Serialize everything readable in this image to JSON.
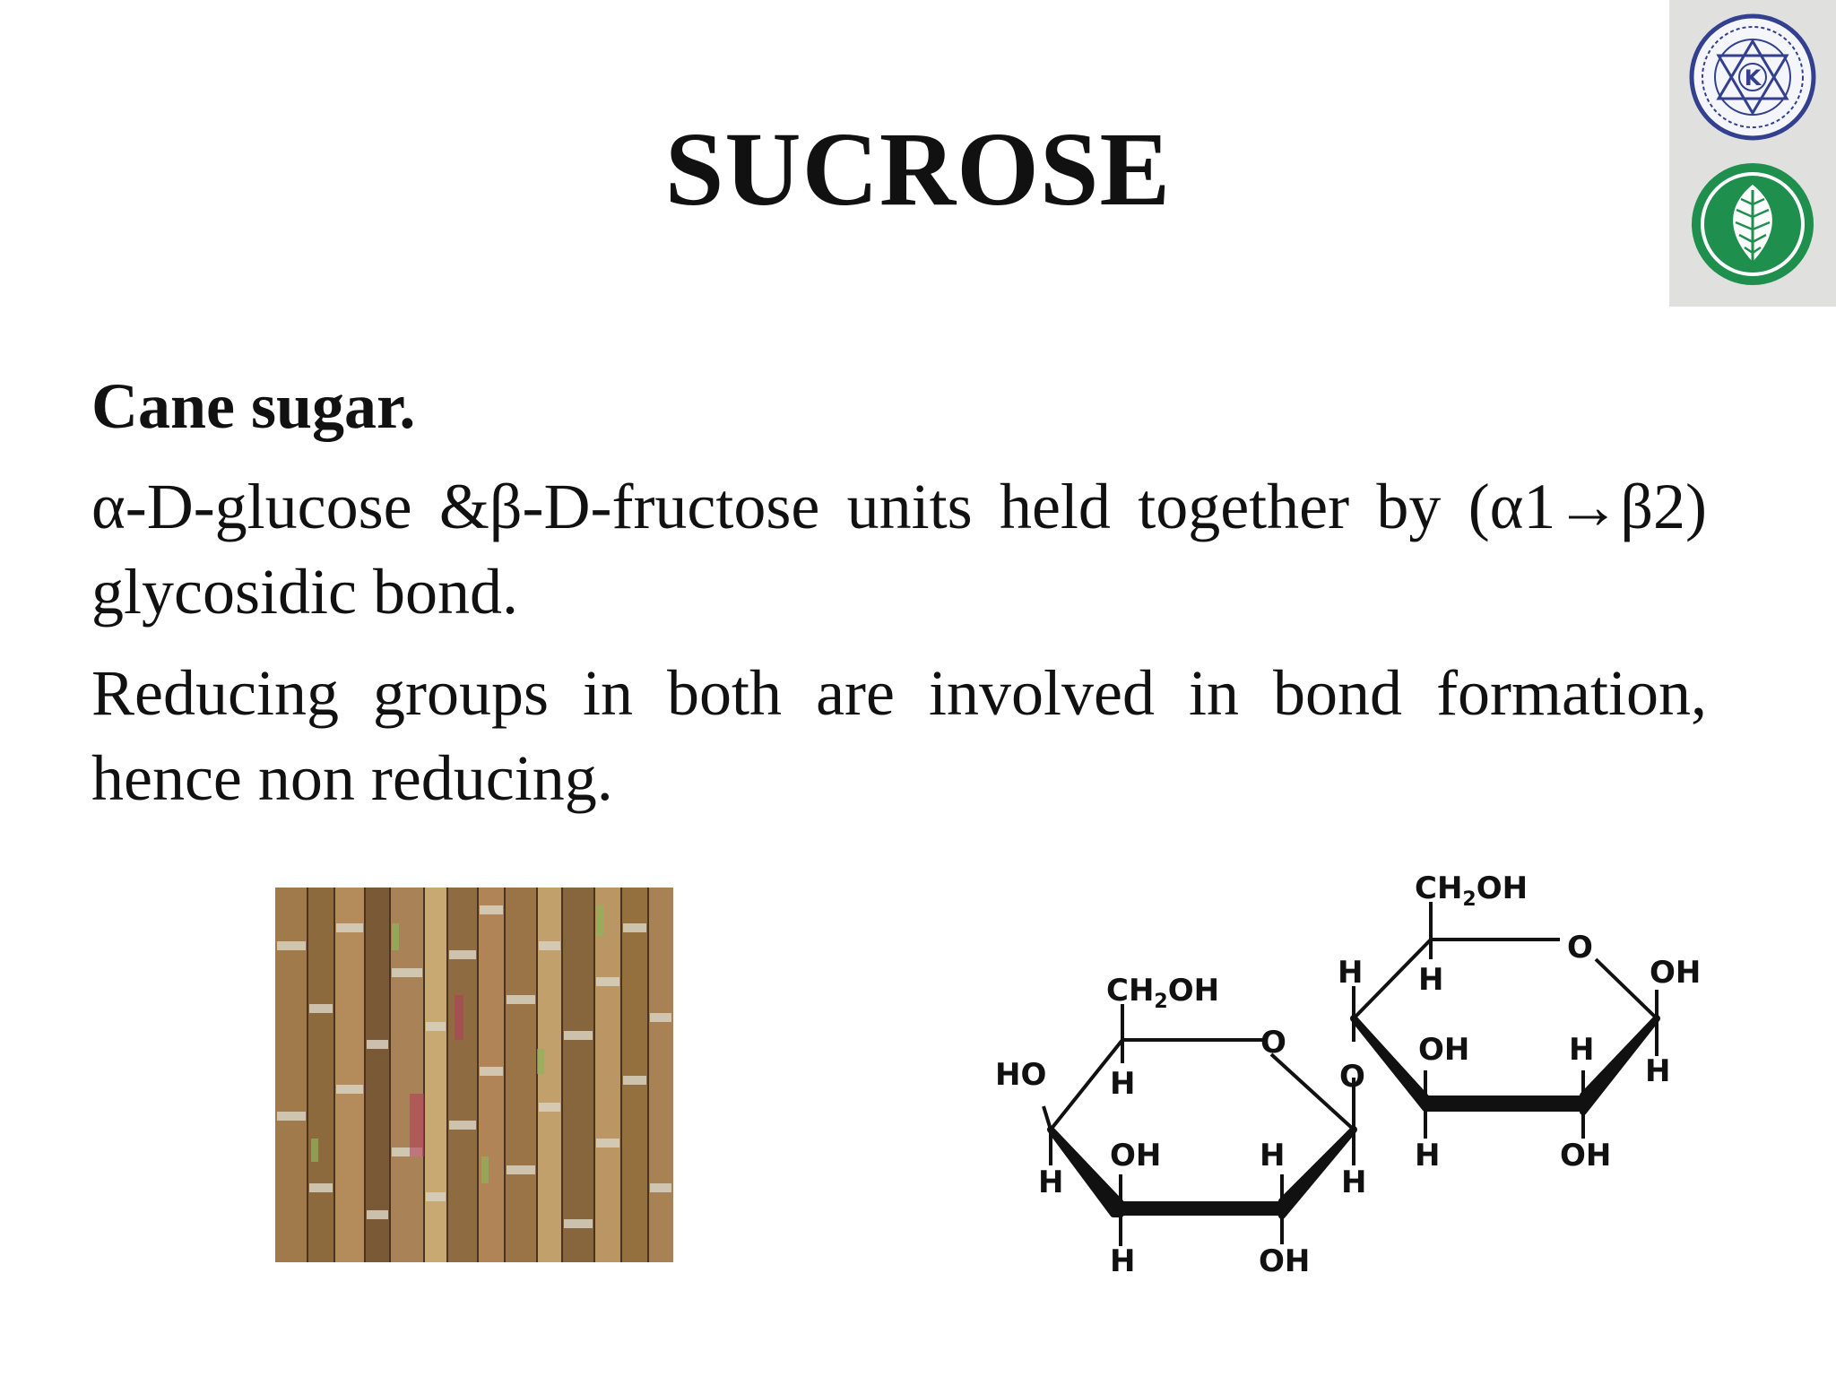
{
  "slide": {
    "title": "SUCROSE",
    "subheading": "Cane sugar.",
    "paragraphs": [
      "α-D-glucose &β-D-fructose units held together by (α1→β2) glycosidic bond.",
      "Reducing groups in both are involved in bond formation, hence non reducing."
    ]
  },
  "logos": [
    {
      "name": "institution-seal",
      "letter": "K",
      "colors": {
        "ring": "#33408f",
        "fill": "#f4f6fb"
      }
    },
    {
      "name": "leaf-emblem",
      "colors": {
        "ring": "#1f8f4d",
        "leaf": "#ffffff"
      }
    }
  ],
  "photo": {
    "subject": "sugarcane stalks",
    "colors": {
      "base": "#9a7446",
      "dark": "#4a3420",
      "highlight": "#c9a972"
    }
  },
  "structure": {
    "glucose": {
      "substituent": "CH",
      "sub_digit": "2",
      "substituent_tail": "OH",
      "ring_o": "O",
      "labels": {
        "ho": "HO",
        "h": "H",
        "oh": "OH"
      }
    },
    "fructose": {
      "substituent": "CH",
      "sub_digit": "2",
      "substituent_tail": "OH",
      "ring_o": "O",
      "labels": {
        "h": "H",
        "oh": "OH"
      }
    },
    "bridge_o": "O"
  }
}
